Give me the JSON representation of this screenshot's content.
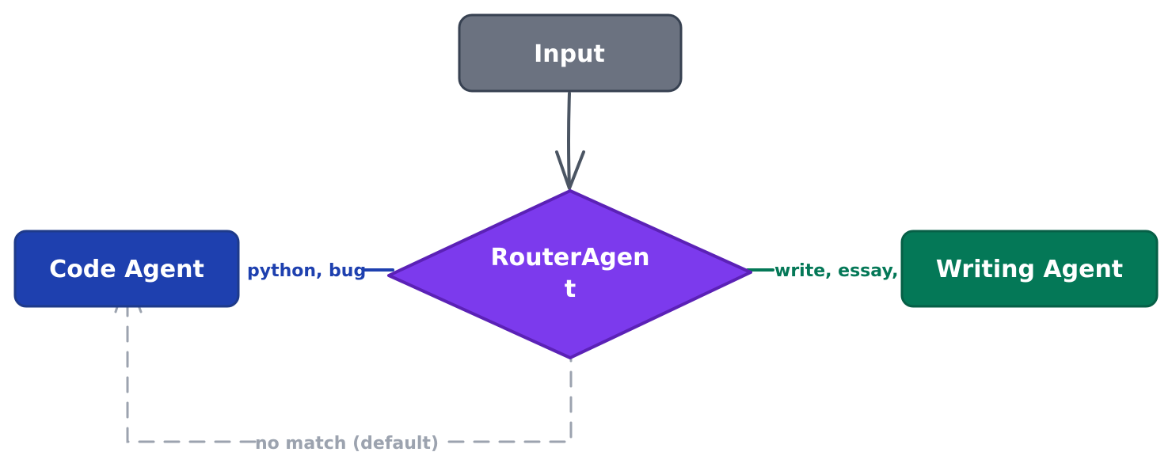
{
  "nodes": {
    "input": {
      "label": "Input",
      "fill": "#6b7280",
      "stroke": "#374151"
    },
    "router": {
      "label_line1": "RouterAgen",
      "label_line2": "t",
      "fill": "#7c3aed",
      "stroke": "#5b21b6"
    },
    "code_agent": {
      "label": "Code Agent",
      "fill": "#1e40af",
      "stroke": "#1e3a8a"
    },
    "writing_agent": {
      "label": "Writing Agent",
      "fill": "#047857",
      "stroke": "#065f46"
    }
  },
  "edges": {
    "input_to_router": {
      "color": "#4b5563"
    },
    "router_to_code": {
      "label": "python, bug",
      "color": "#1e40af"
    },
    "router_to_writing": {
      "label": "write, essay,",
      "color": "#047857"
    },
    "router_default": {
      "label": "no match (default)",
      "color": "#9ca3af"
    }
  }
}
